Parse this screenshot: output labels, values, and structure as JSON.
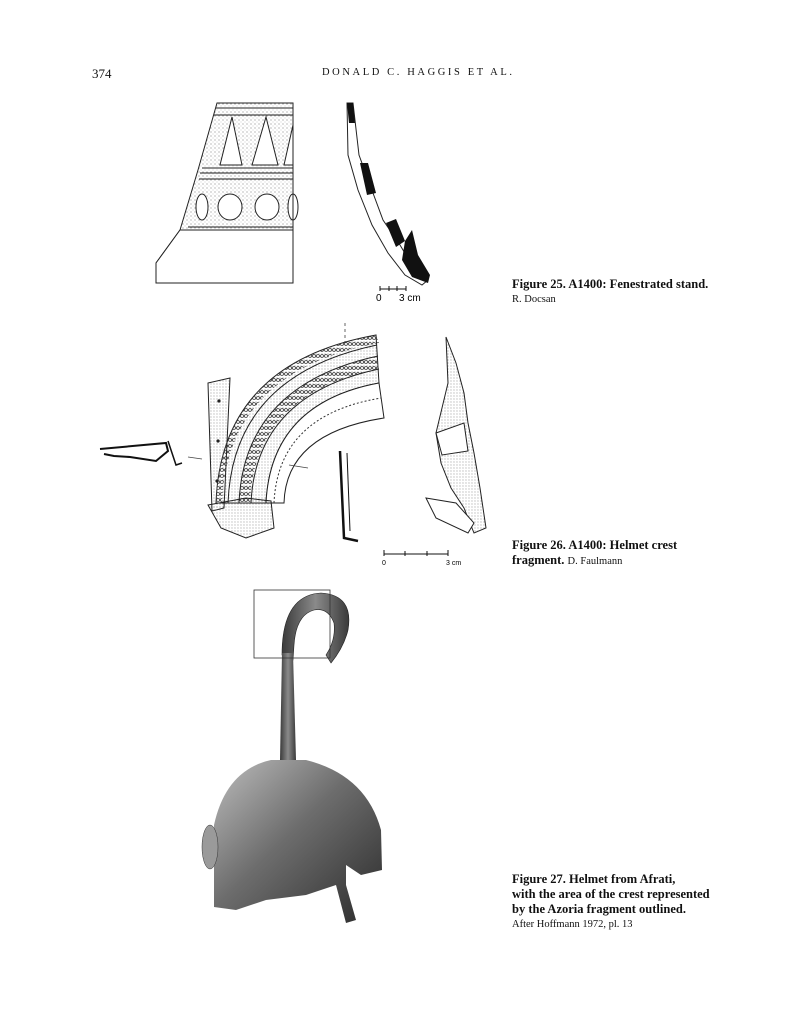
{
  "header": {
    "page_number": "374",
    "running_head": "DONALD C. HAGGIS ET AL."
  },
  "figures": [
    {
      "title": "Figure 25. A1400: Fenestrated stand.",
      "credit": "R. Docsan",
      "scale": {
        "zero": "0",
        "label": "3 cm"
      }
    },
    {
      "title_line1": "Figure 26. A1400: Helmet crest",
      "title_line2": "fragment.",
      "credit": "D. Faulmann",
      "scale": {
        "zero": "0",
        "label": "3 cm"
      }
    },
    {
      "title_line1": "Figure 27. Helmet from Afrati,",
      "title_line2": "with the area of the crest represented",
      "title_line3": "by the Azoria fragment outlined.",
      "credit": "After Hoffmann 1972, pl. 13"
    }
  ]
}
